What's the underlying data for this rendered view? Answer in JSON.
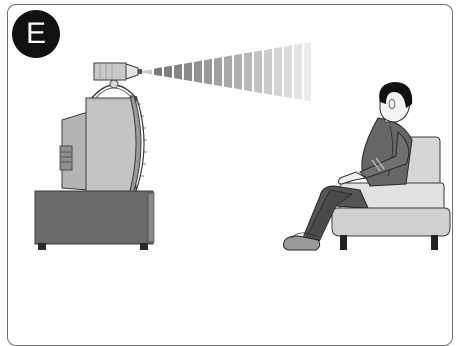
{
  "step": {
    "label": "E"
  },
  "icons": {
    "badge": "step-letter-badge",
    "tv": "television-illustration",
    "emitter": "remote-sensor-emitter-icon",
    "beam": "signal-beam-icon",
    "viewer": "seated-viewer-illustration",
    "chair": "armchair-illustration"
  },
  "colors": {
    "outline": "#6f6f6f",
    "badge_bg": "#111111",
    "tv_body": "#c4c4c4",
    "cabinet": "#6a6a6a",
    "chair": "#d4d4d4",
    "shirt": "#666666",
    "trousers": "#555555",
    "hair": "#111111"
  }
}
